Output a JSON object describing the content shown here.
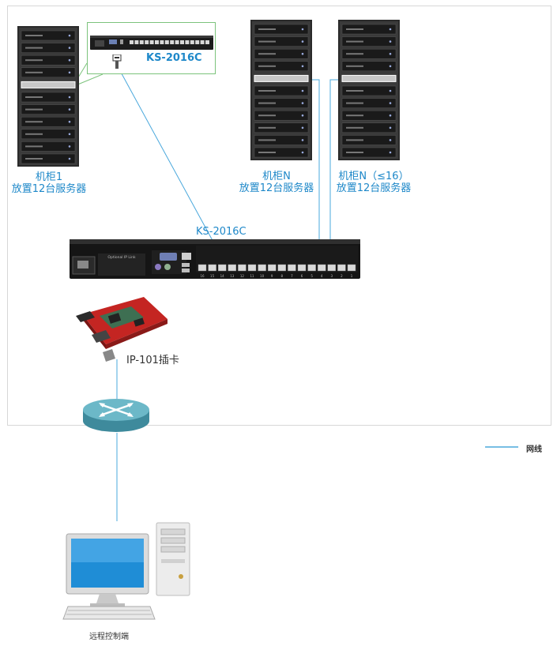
{
  "colors": {
    "accent": "#1e88c9",
    "cable": "#4aa8dc",
    "inset_border": "#7cc37c",
    "frame_border": "#d7d7d7"
  },
  "inset": {
    "model": "KS-2016C"
  },
  "cabinets": [
    {
      "name": "机柜1",
      "desc": "放置12台服务器"
    },
    {
      "name": "机柜N",
      "desc": "放置12台服务器"
    },
    {
      "name": "机柜N（≤16）",
      "desc": "放置12台服务器"
    }
  ],
  "main_switch": {
    "model": "KS-2016C",
    "panel_text": "Optional IP Link",
    "port_labels": [
      "16",
      "15",
      "14",
      "13",
      "12",
      "11",
      "10",
      "9",
      "8",
      "7",
      "6",
      "5",
      "4",
      "3",
      "2",
      "1"
    ]
  },
  "ip_card": {
    "label": "IP-101插卡"
  },
  "legend": {
    "label": "网线"
  },
  "remote": {
    "label": "远程控制端"
  }
}
